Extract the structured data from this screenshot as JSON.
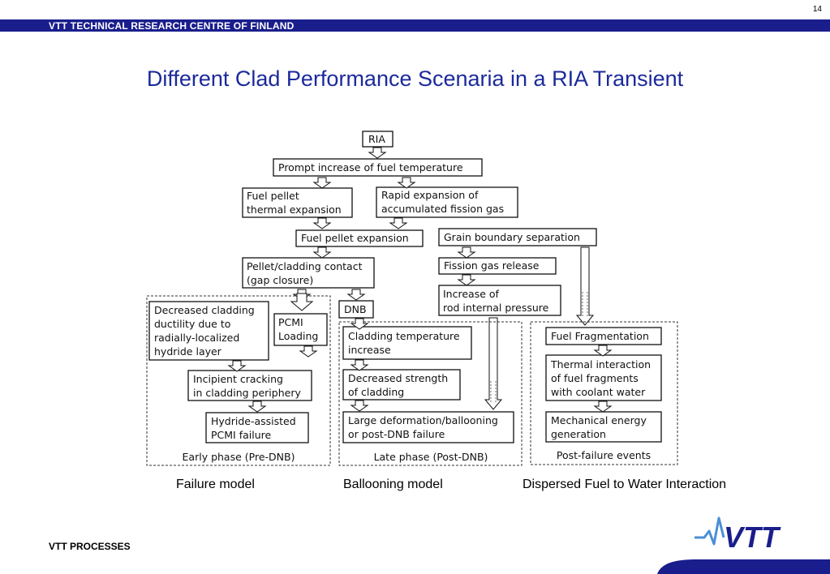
{
  "page_number": "14",
  "header": {
    "organization": "VTT TECHNICAL RESEARCH CENTRE OF FINLAND"
  },
  "title": "Different Clad Performance Scenaria in a RIA Transient",
  "flowchart": {
    "boxes": {
      "ria": [
        "RIA"
      ],
      "prompt": [
        "Prompt increase of fuel temperature"
      ],
      "fuel_thermal": [
        "Fuel pellet",
        "thermal expansion"
      ],
      "rapid_expansion": [
        "Rapid expansion of",
        "accumulated fission gas"
      ],
      "fuel_pellet_expansion": [
        "Fuel pellet expansion"
      ],
      "grain_boundary": [
        "Grain boundary separation"
      ],
      "pellet_contact": [
        "Pellet/cladding contact",
        "(gap closure)"
      ],
      "fission_release": [
        "Fission gas release"
      ],
      "rod_pressure": [
        "Increase of",
        "rod internal pressure"
      ],
      "dnb": [
        "DNB"
      ],
      "decreased_ductility": [
        "Decreased cladding",
        "ductility due to",
        "radially-localized",
        "hydride layer"
      ],
      "pcmi_loading": [
        "PCMI",
        "Loading"
      ],
      "incipient_cracking": [
        "Incipient cracking",
        "in cladding periphery"
      ],
      "hydride_failure": [
        "Hydride-assisted",
        "PCMI failure"
      ],
      "clad_temp": [
        "Cladding temperature",
        "increase"
      ],
      "decreased_strength": [
        "Decreased strength",
        "of cladding"
      ],
      "large_deformation": [
        "Large deformation/ballooning",
        "or post-DNB failure"
      ],
      "fuel_fragmentation": [
        "Fuel Fragmentation"
      ],
      "thermal_interaction": [
        "Thermal interaction",
        "of fuel fragments",
        "with coolant water"
      ],
      "mechanical_energy": [
        "Mechanical energy",
        "generation"
      ]
    },
    "groups": {
      "early": "Early phase (Pre-DNB)",
      "late": "Late phase (Post-DNB)",
      "post": "Post-failure events"
    }
  },
  "models": {
    "failure": "Failure model",
    "ballooning": "Ballooning model",
    "dispersed": "Dispersed Fuel to Water Interaction"
  },
  "footer": {
    "label": "VTT PROCESSES"
  },
  "logo": {
    "text": "VTT",
    "color": "#1a1e8c"
  },
  "colors": {
    "brand": "#1a1e8c",
    "title": "#1c2a9c"
  }
}
